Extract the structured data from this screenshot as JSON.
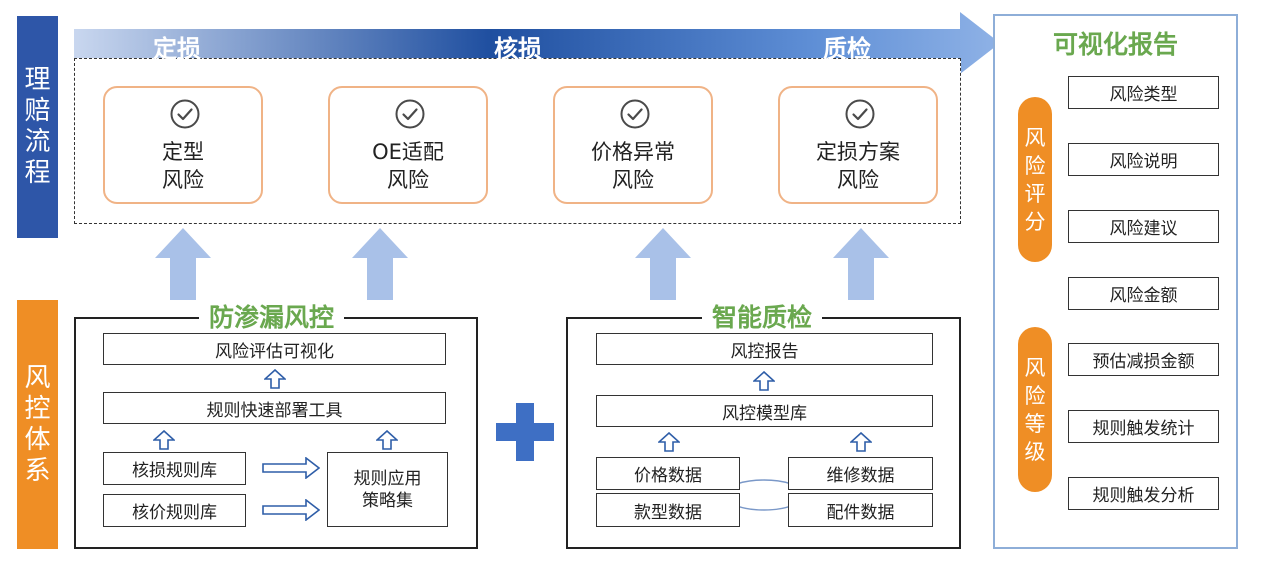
{
  "left_bars": {
    "process": [
      "理",
      "赔",
      "流",
      "程"
    ],
    "system": [
      "风",
      "控",
      "体",
      "系"
    ]
  },
  "flow": {
    "stages": [
      "定损",
      "核损",
      "质检"
    ]
  },
  "risk_cards": [
    {
      "line1": "定型",
      "line2": "风险"
    },
    {
      "line1": "OE适配",
      "line2": "风险"
    },
    {
      "line1": "价格异常",
      "line2": "风险"
    },
    {
      "line1": "定损方案",
      "line2": "风险"
    }
  ],
  "leak_control": {
    "title": "防渗漏风控",
    "visualize": "风险评估可视化",
    "deploy_tool": "规则快速部署工具",
    "damage_rules": "核损规则库",
    "price_rules": "核价规则库",
    "strategy_line1": "规则应用",
    "strategy_line2": "策略集"
  },
  "smart_qc": {
    "title": "智能质检",
    "report": "风控报告",
    "model_lib": "风控模型库",
    "price_data": "价格数据",
    "repair_data": "维修数据",
    "model_data": "款型数据",
    "parts_data": "配件数据"
  },
  "report_panel": {
    "title": "可视化报告",
    "score_pill": [
      "风",
      "险",
      "评",
      "分"
    ],
    "level_pill": [
      "风",
      "险",
      "等",
      "级"
    ],
    "items": [
      "风险类型",
      "风险说明",
      "风险建议",
      "风险金额",
      "预估减损金额",
      "规则触发统计",
      "规则触发分析"
    ]
  },
  "colors": {
    "process_blue": "#2e56a8",
    "system_orange": "#ef8e25",
    "title_green": "#6aa84f",
    "arrow_light": "#a9c1e8",
    "plus_blue": "#3e6fc4",
    "card_border": "#f0b386",
    "panel_border": "#8eaed8"
  },
  "icons": {
    "check": "check-circle-icon",
    "up_arrow": "up-arrow-icon",
    "right_arrow": "right-arrow-icon",
    "plus": "plus-icon"
  }
}
